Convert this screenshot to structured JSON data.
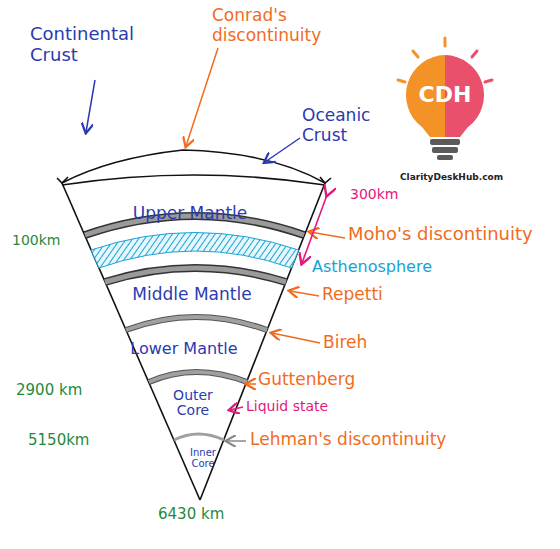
{
  "diagram": {
    "nodes": [
      {
        "text": [
          "Upper Mantle"
        ]
      },
      {
        "text": [
          "Middle Mantle"
        ]
      },
      {
        "text": [
          "Lower Mantle"
        ]
      },
      {
        "text": [
          "Outer Core"
        ]
      },
      {
        "text": [
          "Inner Core"
        ]
      }
    ],
    "labels": [
      "Continental Crust",
      "Conrad's discontinuity",
      "Oceanic Crust",
      "CDH",
      "ClarityDeskHub.com",
      "300km",
      "100km",
      "Moho's discontinuity",
      "Asthenosphere",
      "Repetti",
      "Bireh",
      "Guttenberg",
      "2900 km",
      "Liquid state",
      "5150km",
      "Lehman's discontinuity",
      "6430 km"
    ]
  }
}
